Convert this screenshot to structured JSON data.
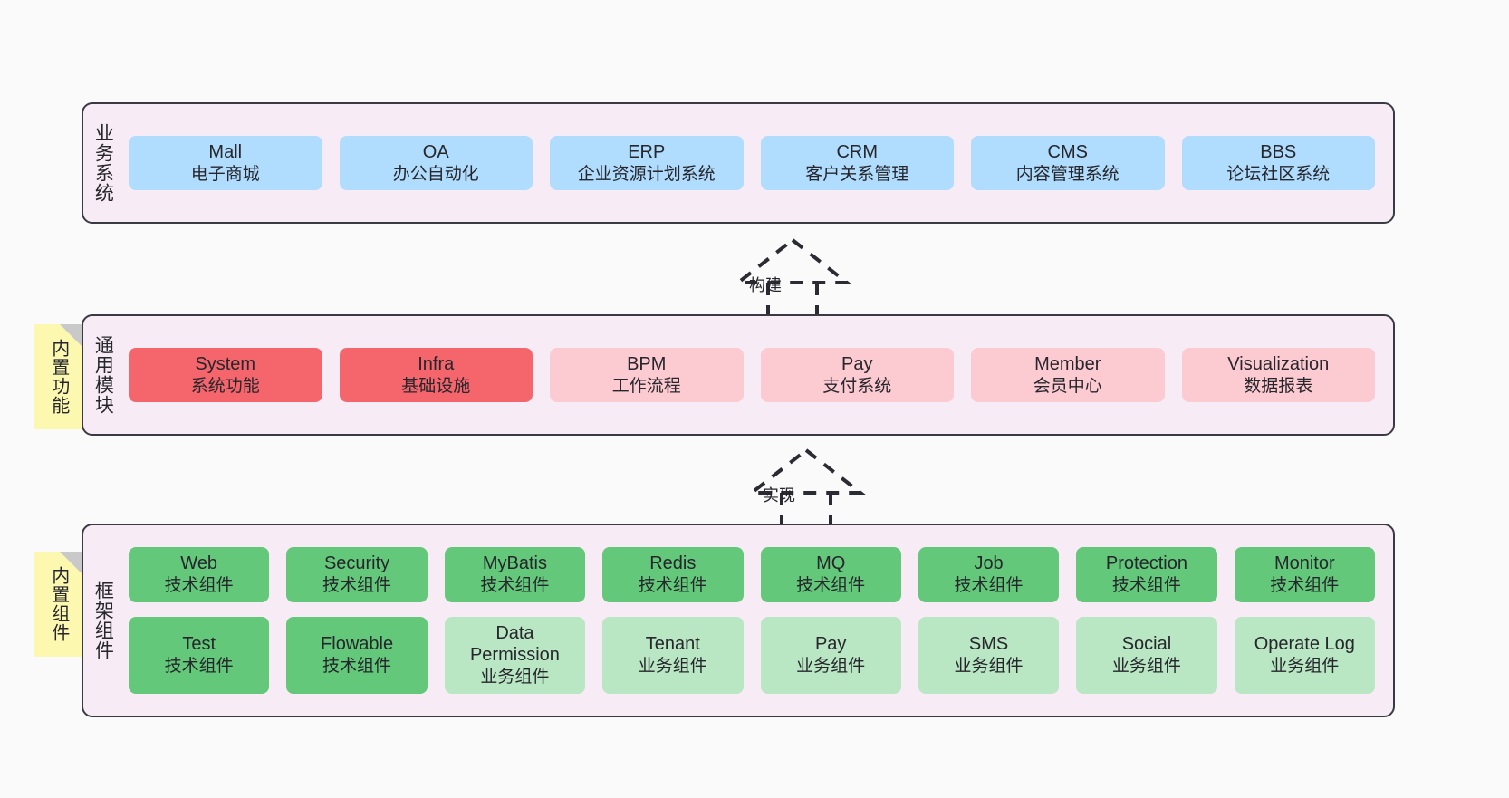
{
  "diagram": {
    "background_color": "#FAFAFA",
    "container_color": "#F7EBF5",
    "border_color": "#3A3A44",
    "colors": {
      "blue": "#B0DCFD",
      "red": "#F4656C",
      "pink": "#FCCAD1",
      "green": "#63C87A",
      "light_green": "#B9E6C3",
      "sticky_yellow": "#FCF8B0",
      "sticky_fold": "#C9C9C9"
    }
  },
  "layers": [
    {
      "title": "业务系统",
      "cards": [
        {
          "en": "Mall",
          "cn": "电子商城"
        },
        {
          "en": "OA",
          "cn": "办公自动化"
        },
        {
          "en": "ERP",
          "cn": "企业资源计划系统"
        },
        {
          "en": "CRM",
          "cn": "客户关系管理"
        },
        {
          "en": "CMS",
          "cn": "内容管理系统"
        },
        {
          "en": "BBS",
          "cn": "论坛社区系统"
        }
      ]
    },
    {
      "title": "通用模块",
      "sticky": "内置功能",
      "cards": [
        {
          "en": "System",
          "cn": "系统功能"
        },
        {
          "en": "Infra",
          "cn": "基础设施"
        },
        {
          "en": "BPM",
          "cn": "工作流程"
        },
        {
          "en": "Pay",
          "cn": "支付系统"
        },
        {
          "en": "Member",
          "cn": "会员中心"
        },
        {
          "en": "Visualization",
          "cn": "数据报表"
        }
      ]
    },
    {
      "title": "框架组件",
      "sticky": "内置组件",
      "cards": [
        {
          "en": "Web",
          "cn": "技术组件"
        },
        {
          "en": "Security",
          "cn": "技术组件"
        },
        {
          "en": "MyBatis",
          "cn": "技术组件"
        },
        {
          "en": "Redis",
          "cn": "技术组件"
        },
        {
          "en": "MQ",
          "cn": "技术组件"
        },
        {
          "en": "Job",
          "cn": "技术组件"
        },
        {
          "en": "Protection",
          "cn": "技术组件"
        },
        {
          "en": "Monitor",
          "cn": "技术组件"
        },
        {
          "en": "Test",
          "cn": "技术组件"
        },
        {
          "en": "Flowable",
          "cn": "技术组件"
        },
        {
          "en": "Data Permission",
          "cn": "业务组件"
        },
        {
          "en": "Tenant",
          "cn": "业务组件"
        },
        {
          "en": "Pay",
          "cn": "业务组件"
        },
        {
          "en": "SMS",
          "cn": "业务组件"
        },
        {
          "en": "Social",
          "cn": "业务组件"
        },
        {
          "en": "Operate Log",
          "cn": "业务组件"
        }
      ]
    }
  ],
  "connectors": [
    {
      "label": "构建"
    },
    {
      "label": "实现"
    }
  ]
}
